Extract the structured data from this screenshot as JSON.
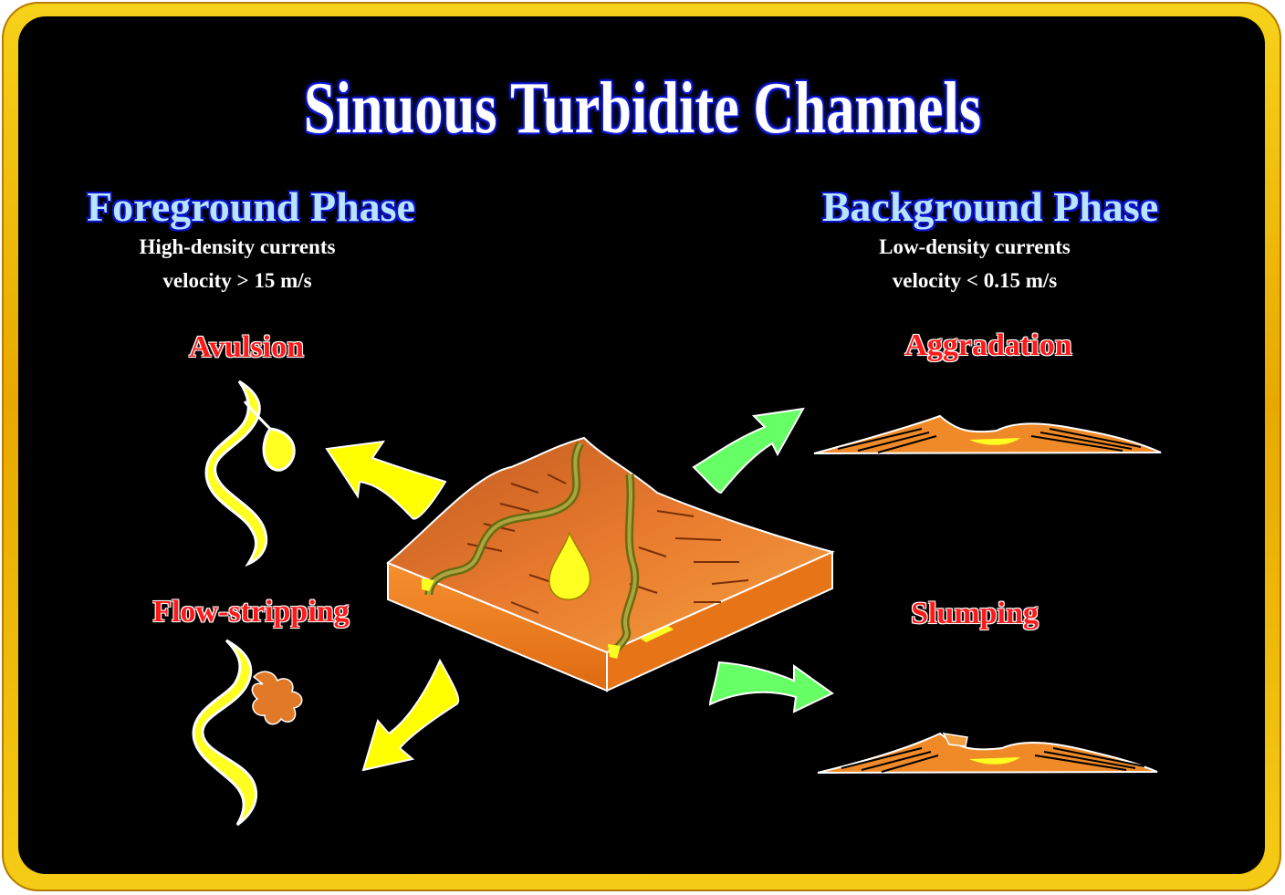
{
  "title": "Sinuous Turbidite Channels",
  "foreground": {
    "heading": "Foreground Phase",
    "line1": "High-density currents",
    "line2": "velocity > 15 m/s",
    "process_top": "Avulsion",
    "process_bottom": "Flow-stripping"
  },
  "background": {
    "heading": "Background Phase",
    "line1": "Low-density currents",
    "line2": "velocity < 0.15 m/s",
    "process_top": "Aggradation",
    "process_bottom": "Slumping"
  },
  "colors": {
    "frame": "#f0c000",
    "panel": "#000000",
    "title_outline": "#0b14c8",
    "process_text": "#ff1a1a",
    "yellow_arrow": "#ffff00",
    "green_arrow": "#66ff66",
    "sediment": "#f08a28"
  }
}
